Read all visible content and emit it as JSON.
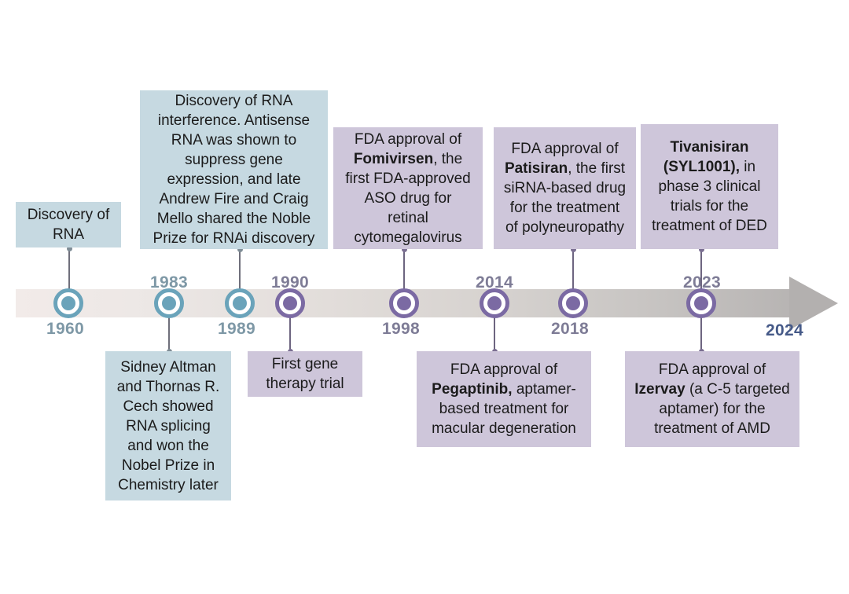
{
  "figure": {
    "type": "timeline",
    "orientation": "horizontal",
    "axis": {
      "start_label": "",
      "end_label": "2024",
      "end_label_color": "#465a88",
      "arrow": "right"
    },
    "colors": {
      "teal_box": "#c6d9e1",
      "purple_box": "#cec6da",
      "teal_marker": "#6aa3ba",
      "purple_marker": "#7b6aa3",
      "teal_year_text": "#7e98a6",
      "purple_year_text": "#7e7c96",
      "navy_year_text": "#465a88",
      "axis_bar_start": "#f2ebe9",
      "axis_bar_end": "#b7b4b3",
      "connector": "#6f6f7b"
    }
  },
  "events": [
    {
      "year": "1960",
      "year_position": "below",
      "marker_color": "teal",
      "box_position": "above",
      "box_color": "blue",
      "text_plain": "Discovery of RNA",
      "text_html": "Discovery of RNA"
    },
    {
      "year": "1983",
      "year_position": "above",
      "marker_color": "teal",
      "box_position": "below",
      "box_color": "blue",
      "text_plain": "Sidney Altman and Thornas R. Cech showed RNA splicing and won the Nobel Prize in Chemistry later",
      "text_html": "Sidney Altman and Thornas R. Cech showed RNA splicing and won the Nobel Prize in Chemistry later"
    },
    {
      "year": "1989",
      "year_position": "below",
      "marker_color": "teal",
      "box_position": "above",
      "box_color": "blue",
      "text_plain": "Discovery of RNA interference. Antisense RNA was shown to suppress gene expression, and late Andrew Fire and Craig Mello shared the Noble Prize for RNAi discovery",
      "text_html": "Discovery of RNA interference. Antisense RNA was shown to suppress gene expression, and late Andrew Fire and Craig Mello shared the Noble Prize for RNAi discovery"
    },
    {
      "year": "1990",
      "year_position": "above",
      "marker_color": "purple",
      "box_position": "below",
      "box_color": "purple",
      "text_plain": "First gene therapy trial",
      "text_html": "First gene therapy trial"
    },
    {
      "year": "1998",
      "year_position": "below",
      "marker_color": "purple",
      "box_position": "above",
      "box_color": "purple",
      "text_plain": "FDA approval of Fomivirsen, the first FDA-approved ASO drug for retinal cytomegalovirus",
      "text_html": "FDA approval of <b>Fomivirsen</b>, the first FDA-approved ASO drug for retinal cytomegalovirus"
    },
    {
      "year": "2014",
      "year_position": "above",
      "marker_color": "purple",
      "box_position": "below",
      "box_color": "purple",
      "text_plain": "FDA approval of Pegaptinib, aptamer-based treatment for macular degeneration",
      "text_html": "FDA approval of <b>Pegaptinib,</b> aptamer-based treatment for macular degeneration"
    },
    {
      "year": "2018",
      "year_position": "below",
      "marker_color": "purple",
      "box_position": "above",
      "box_color": "purple",
      "text_plain": "FDA approval of Patisiran, the first siRNA-based drug for the treatment of polyneuropathy",
      "text_html": "FDA approval of <b>Patisiran</b>, the first siRNA-based drug for the treatment of polyneuropathy"
    },
    {
      "year": "2023",
      "year_position": "above",
      "marker_color": "purple",
      "box_position": "above",
      "box_color": "purple",
      "text_plain": "Tivanisiran (SYL1001), in phase 3 clinical trials for the treatment of DED",
      "text_html": "<b>Tivanisiran (SYL1001),</b> in phase 3 clinical trials for the treatment of DED"
    },
    {
      "year": "2023",
      "year_position": "none",
      "marker_color": "purple",
      "box_position": "below",
      "box_color": "purple",
      "text_plain": "FDA approval of Izervay (a C-5 targeted aptamer) for the treatment of AMD",
      "text_html": "FDA approval of <b>Izervay</b> (a C-5 targeted aptamer) for the treatment of AMD"
    }
  ]
}
